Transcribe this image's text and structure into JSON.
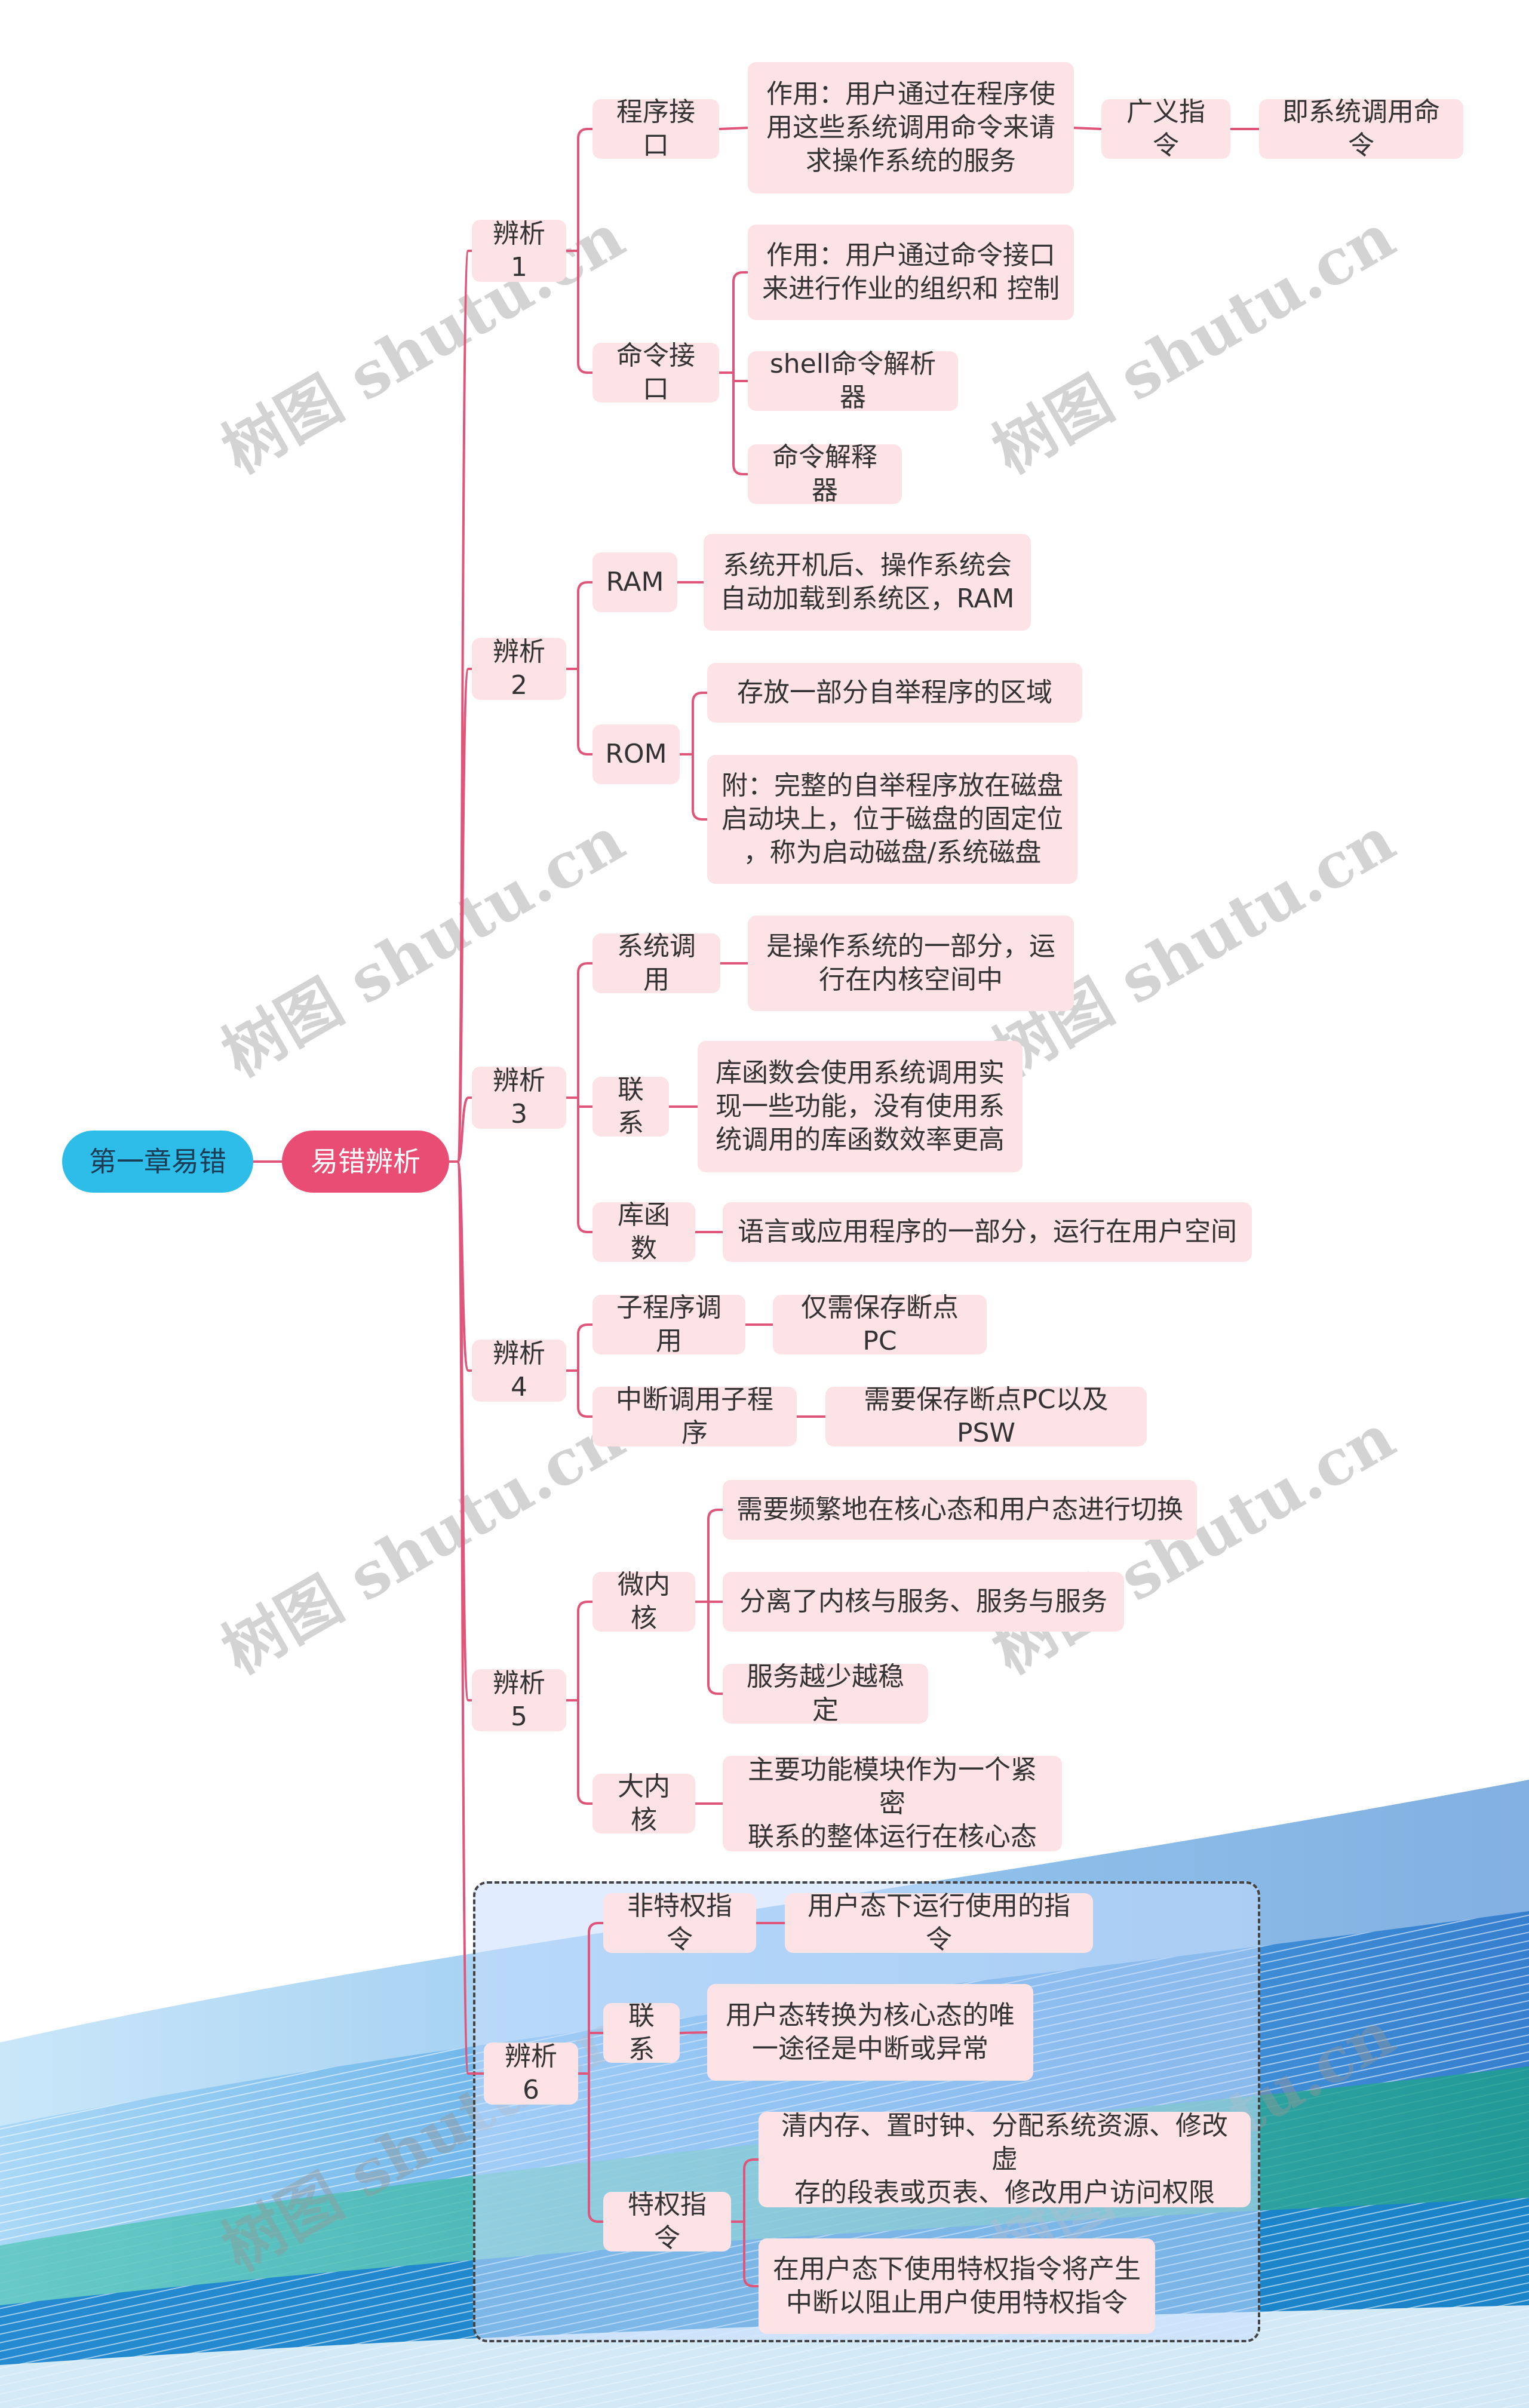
{
  "colors": {
    "link": "#e0557a",
    "node_bg": "#fde2e6",
    "root_bg": "#2ebde8",
    "main_bg": "#ea4d73",
    "wave_blue": "#2a8fd8",
    "wave_teal": "#2fb5a8"
  },
  "watermark": "树图 shutu.cn",
  "root": "第一章易错",
  "main": "易错辨析",
  "n": {
    "b1": "辨析1",
    "b1_c1": "程序接口",
    "b1_c1_d1": "作用：用户通过在程序使\n用这些系统调用命令来请\n求操作系统的服务",
    "b1_c1_e1": "广义指令",
    "b1_c1_f1": "即系统调用命令",
    "b1_c2": "命令接口",
    "b1_c2_d1": "作用：用户通过命令接口\n来进行作业的组织和 控制",
    "b1_c2_d2": "shell命令解析器",
    "b1_c2_d3": "命令解释器",
    "b2": "辨析2",
    "b2_c1": "RAM",
    "b2_c1_d1": "系统开机后、操作系统会\n自动加载到系统区，RAM",
    "b2_c2": "ROM",
    "b2_c2_d1": "存放一部分自举程序的区域",
    "b2_c2_d2": "附：完整的自举程序放在磁盘\n启动块上，位于磁盘的固定位\n，称为启动磁盘/系统磁盘",
    "b3": "辨析3",
    "b3_c1": "系统调用",
    "b3_c1_d1": "是操作系统的一部分，运\n行在内核空间中",
    "b3_c2": "联系",
    "b3_c2_d1": "库函数会使用系统调用实\n现一些功能，没有使用系\n统调用的库函数效率更高",
    "b3_c3": "库函数",
    "b3_c3_d1": "语言或应用程序的一部分，运行在用户空间",
    "b4": "辨析4",
    "b4_c1": "子程序调用",
    "b4_c1_d1": "仅需保存断点PC",
    "b4_c2": "中断调用子程序",
    "b4_c2_d1": "需要保存断点PC以及PSW",
    "b5": "辨析5",
    "b5_c1": "微内核",
    "b5_c1_d1": "需要频繁地在核心态和用户态进行切换",
    "b5_c1_d2": "分离了内核与服务、服务与服务",
    "b5_c1_d3": "服务越少越稳定",
    "b5_c2": "大内核",
    "b5_c2_d1": "主要功能模块作为一个紧密\n联系的整体运行在核心态",
    "b6": "辨析6",
    "b6_c1": "非特权指令",
    "b6_c1_d1": "用户态下运行使用的指令",
    "b6_c2": "联系",
    "b6_c2_d1": "用户态转换为核心态的唯\n一途径是中断或异常",
    "b6_c3": "特权指令",
    "b6_c3_d1": "清内存、置时钟、分配系统资源、修改虚\n存的段表或页表、修改用户访问权限",
    "b6_c3_d2": "在用户态下使用特权指令将产生\n中断以阻止用户使用特权指令"
  }
}
